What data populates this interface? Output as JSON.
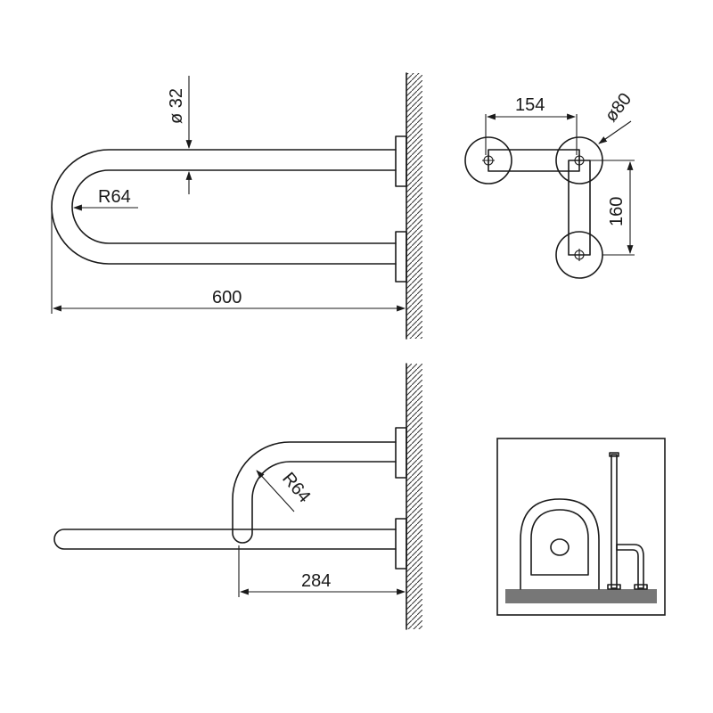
{
  "dimensions": {
    "diameter": "ø 32",
    "bend_radius_top": "R64",
    "length": "600",
    "spacing_horizontal": "154",
    "flange_diameter": "ø80",
    "spacing_vertical": "160",
    "bend_radius_side": "R64",
    "drop_length": "284"
  }
}
